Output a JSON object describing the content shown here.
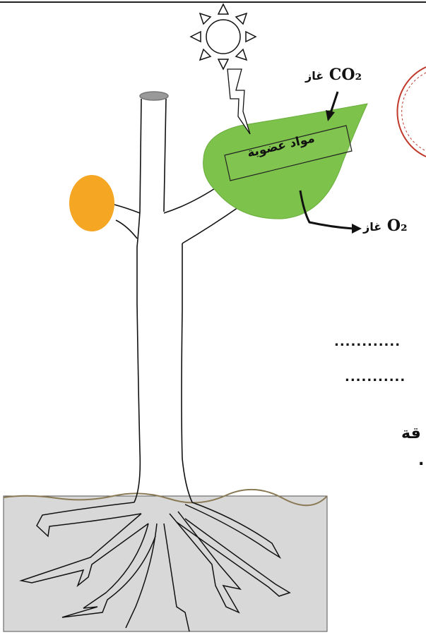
{
  "labels": {
    "co2_gas": "غاز",
    "co2_formula": "CO₂",
    "o2_gas": "غاز",
    "o2_formula": "O₂",
    "organic_matter": "مواد عضوية"
  },
  "partial_text": {
    "line_1": "قة",
    "line_2": "."
  },
  "answer_lines": {
    "line_1": "............",
    "line_2": "..........."
  },
  "icons": [
    "sun-icon",
    "lightning-icon",
    "leaf",
    "fruit",
    "tree-trunk",
    "roots",
    "soil",
    "stamp-seal"
  ],
  "colors": {
    "leaf": "#7dc24b",
    "fruit": "#f5a623",
    "soil": "#d8d8d8",
    "stamp": "#c0392b",
    "line": "#111111"
  }
}
